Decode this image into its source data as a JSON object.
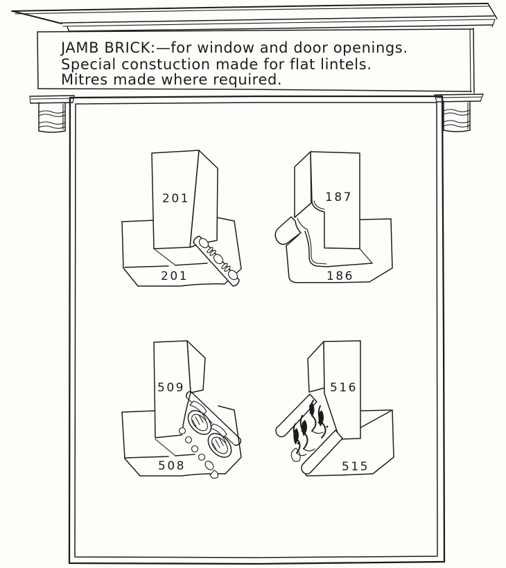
{
  "page": {
    "background": "#fdfdfa",
    "ink_color": "#1c1c1c",
    "type": "brick catalog plate, hand-drawn"
  },
  "header": {
    "line1": "JAMB BRICK:—for window and door openings.",
    "line2": "Special constuction made for flat lintels.",
    "line3": "Mitres made where required."
  },
  "figures": [
    {
      "name": "bead-moulded-jamb-corner",
      "upper_label": "201",
      "lower_label": "201"
    },
    {
      "name": "cove-moulded-jamb-corner",
      "upper_label": "187",
      "lower_label": "186"
    },
    {
      "name": "egg-and-dart-jamb-corner",
      "upper_label": "509",
      "lower_label": "508"
    },
    {
      "name": "acanthus-leaf-jamb-corner",
      "upper_label": "516",
      "lower_label": "515"
    }
  ]
}
